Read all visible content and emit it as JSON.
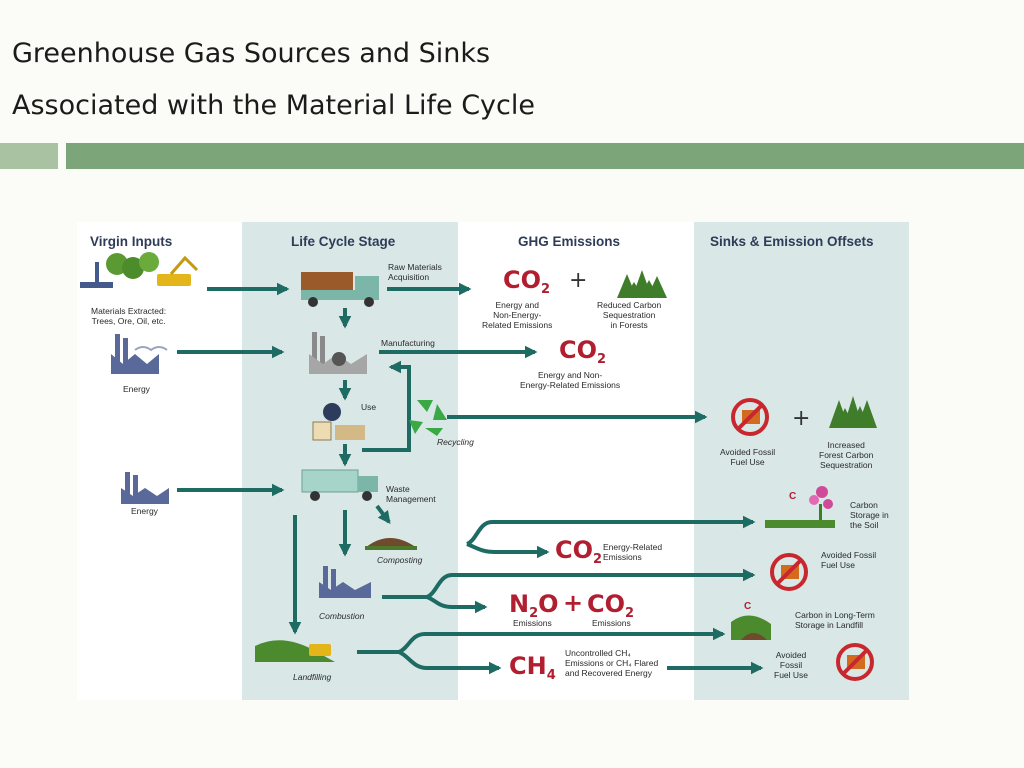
{
  "slide": {
    "title_line1": "Greenhouse Gas Sources and Sinks",
    "title_line2": "Associated with the Material Life Cycle"
  },
  "diagram": {
    "columns": {
      "virgin_inputs": "Virgin Inputs",
      "life_cycle_stage": "Life Cycle Stage",
      "ghg_emissions": "GHG Emissions",
      "sinks": "Sinks & Emission Offsets"
    },
    "virgin": {
      "materials_l1": "Materials Extracted:",
      "materials_l2": "Trees, Ore, Oil, etc.",
      "energy_1": "Energy",
      "energy_2": "Energy"
    },
    "stages": {
      "raw_l1": "Raw Materials",
      "raw_l2": "Acquisition",
      "manufacturing": "Manufacturing",
      "use": "Use",
      "recycling": "Recycling",
      "waste_l1": "Waste",
      "waste_l2": "Management",
      "composting": "Composting",
      "combustion": "Combustion",
      "landfilling": "Landfilling"
    },
    "emissions": {
      "co2": "CO",
      "sub2": "2",
      "n2o_n": "N",
      "n2o_o": "O",
      "ch4": "CH",
      "sub4": "4",
      "plus": "+",
      "raw_l1": "Energy and",
      "raw_l2": "Non-Energy-",
      "raw_l3": "Related Emissions",
      "reduced_l1": "Reduced Carbon",
      "reduced_l2": "Sequestration",
      "reduced_l3": "in Forests",
      "mfg_l1": "Energy and Non-",
      "mfg_l2": "Energy-Related Emissions",
      "compost_l1": "Energy-Related",
      "compost_l2": "Emissions",
      "emissions_label": "Emissions",
      "ch4_l1": "Uncontrolled CH₄",
      "ch4_l2": "Emissions or CH₄ Flared",
      "ch4_l3": "and Recovered Energy"
    },
    "sinks": {
      "fossil1_l1": "Avoided Fossil",
      "fossil1_l2": "Fuel Use",
      "forest_l1": "Increased",
      "forest_l2": "Forest Carbon",
      "forest_l3": "Sequestration",
      "soil_c": "C",
      "soil_l1": "Carbon",
      "soil_l2": "Storage in",
      "soil_l3": "the Soil",
      "fossil2_l1": "Avoided Fossil",
      "fossil2_l2": "Fuel Use",
      "landfill_c": "C",
      "landfill_l1": "Carbon in Long-Term",
      "landfill_l2": "Storage in Landfill",
      "fossil3_l1": "Avoided",
      "fossil3_l2": "Fossil",
      "fossil3_l3": "Fuel Use"
    }
  },
  "colors": {
    "arrow": "#1e6b63",
    "band": "#d9e7e7",
    "heading": "#2e3c57",
    "chem": "#b01e2f",
    "accent_bar": "#7da57a",
    "accent_bar_light": "#a9c3a2"
  }
}
